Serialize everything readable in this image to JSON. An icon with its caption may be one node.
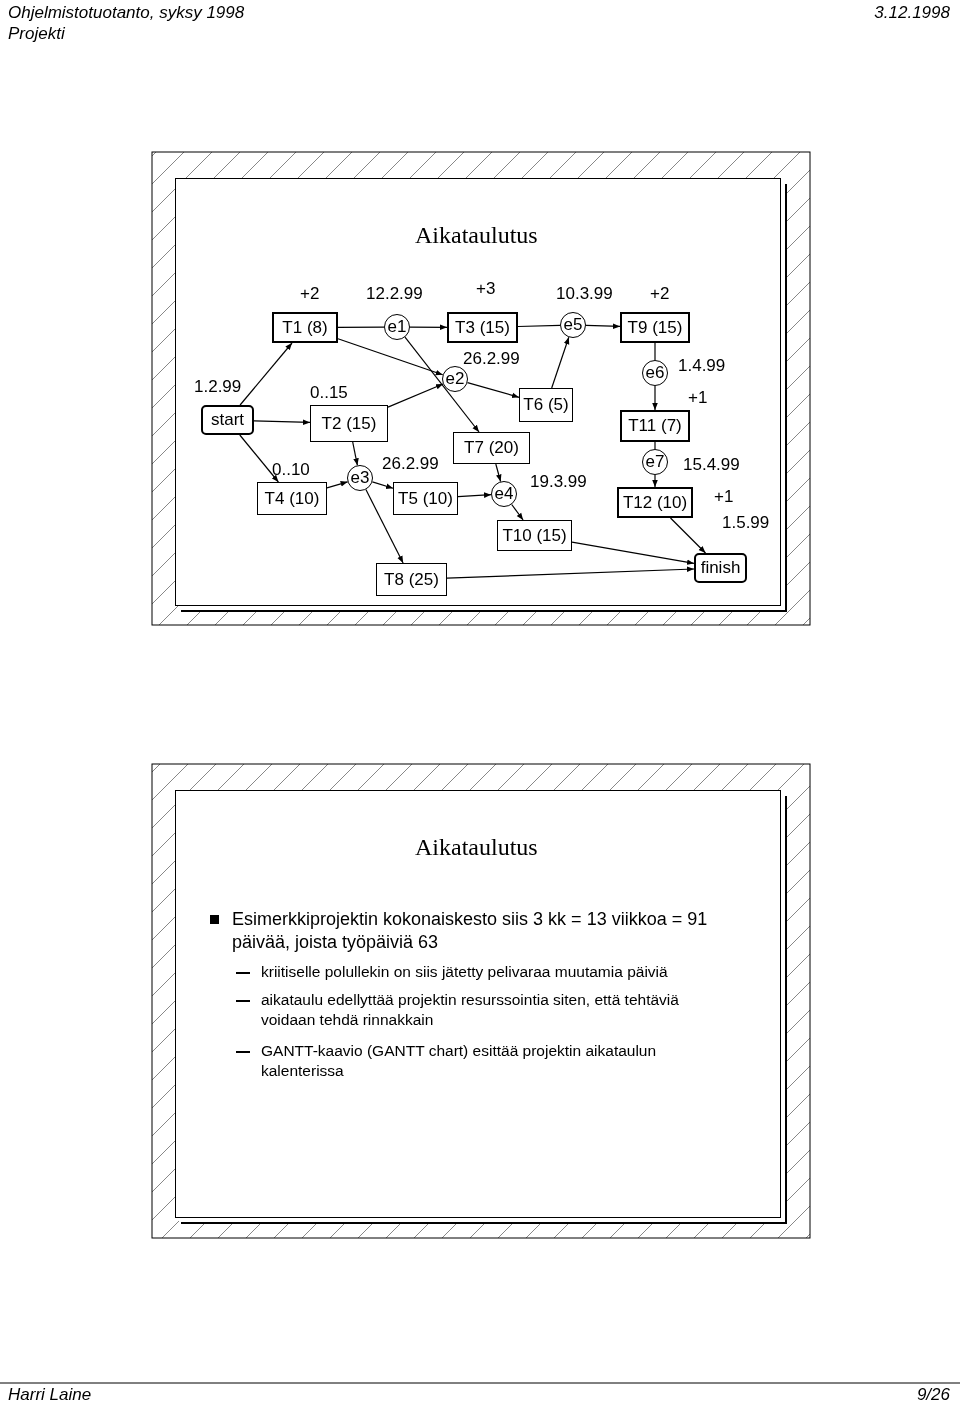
{
  "diagram": {
    "nodes": [
      {
        "text": [
          "start"
        ],
        "beside": [
          "1.2.99"
        ]
      },
      {
        "text": [
          "T1 (8)"
        ],
        "beside": [
          "+2"
        ]
      },
      {
        "text": [
          "e1"
        ],
        "beside": [
          "12.2.99"
        ]
      },
      {
        "text": [
          "T3 (15)"
        ],
        "beside": [
          "+3"
        ]
      },
      {
        "text": [
          "e2"
        ],
        "beside": [
          "26.2.99"
        ]
      },
      {
        "text": [
          "T2 (15)"
        ],
        "beside": [
          "0..15"
        ]
      },
      {
        "text": [
          "T6 (5)"
        ]
      },
      {
        "text": [
          "e5"
        ],
        "beside": [
          "10.3.99"
        ]
      },
      {
        "text": [
          "T9 (15)"
        ],
        "beside": [
          "+2"
        ]
      },
      {
        "text": [
          "e6"
        ],
        "beside": [
          "1.4.99"
        ]
      },
      {
        "text": [
          "T11 (7)"
        ],
        "beside": [
          "+1"
        ]
      },
      {
        "text": [
          "T7 (20)"
        ]
      },
      {
        "text": [
          "e3"
        ],
        "beside": [
          "26.2.99"
        ]
      },
      {
        "text": [
          "T4 (10)"
        ],
        "beside": [
          "0..10"
        ]
      },
      {
        "text": [
          "T5 (10)"
        ]
      },
      {
        "text": [
          "e7"
        ],
        "beside": [
          "15.4.99"
        ]
      },
      {
        "text": [
          "e4"
        ],
        "beside": [
          "19.3.99"
        ]
      },
      {
        "text": [
          "T12 (10)"
        ],
        "beside": [
          "+1"
        ]
      },
      {
        "text": [
          "T10 (15)"
        ]
      },
      {
        "text": [
          "T8 (25)"
        ]
      },
      {
        "text": [
          "finish"
        ],
        "beside": [
          "1.5.99"
        ]
      }
    ],
    "edges": [
      {
        "from": 0,
        "to": 1,
        "arrow": "to"
      },
      {
        "from": 0,
        "to": 5,
        "arrow": "to"
      },
      {
        "from": 0,
        "to": 13,
        "arrow": "to"
      },
      {
        "from": 1,
        "to": 2,
        "arrow": "none"
      },
      {
        "from": 2,
        "to": 3,
        "arrow": "to"
      },
      {
        "from": 1,
        "to": 4,
        "arrow": "to"
      },
      {
        "from": 2,
        "to": 11,
        "arrow": "to"
      },
      {
        "from": 5,
        "to": 4,
        "arrow": "to"
      },
      {
        "from": 5,
        "to": 12,
        "arrow": "to"
      },
      {
        "from": 13,
        "to": 12,
        "arrow": "to"
      },
      {
        "from": 12,
        "to": 14,
        "arrow": "to"
      },
      {
        "from": 12,
        "to": 19,
        "arrow": "to"
      },
      {
        "from": 14,
        "to": 16,
        "arrow": "to"
      },
      {
        "from": 11,
        "to": 16,
        "arrow": "to"
      },
      {
        "from": 4,
        "to": 6,
        "arrow": "to"
      },
      {
        "from": 6,
        "to": 7,
        "arrow": "to"
      },
      {
        "from": 3,
        "to": 7,
        "arrow": "none"
      },
      {
        "from": 7,
        "to": 8,
        "arrow": "to"
      },
      {
        "from": 8,
        "to": 9,
        "arrow": "none"
      },
      {
        "from": 9,
        "to": 10,
        "arrow": "to"
      },
      {
        "from": 10,
        "to": 15,
        "arrow": "none"
      },
      {
        "from": 15,
        "to": 17,
        "arrow": "to"
      },
      {
        "from": 17,
        "to": 20,
        "arrow": "to"
      },
      {
        "from": 16,
        "to": 18,
        "arrow": "to"
      },
      {
        "from": 18,
        "to": 20,
        "arrow": "to"
      },
      {
        "from": 19,
        "to": 20,
        "arrow": "to"
      }
    ],
    "labels": [
      "Ohjelmistotuotanto, syksy 1998",
      "3.12.1998",
      "Projekti",
      "Aikataulutus",
      "Aikataulutus",
      "Esimerkkiprojektin kokonaiskesto siis 3 kk = 13 viikkoa = 91  päivää, joista työpäiviä 63",
      "kriitiselle polullekin on siis jätetty pelivaraa muutamia päiviä",
      "aikataulu edellyttää projektin resurssointia siten, että tehtäviä voidaan tehdä rinnakkain",
      "GANTT-kaavio (GANTT chart) esittää projektin aikataulun kalenterissa",
      "Harri Laine",
      "9/26"
    ]
  }
}
